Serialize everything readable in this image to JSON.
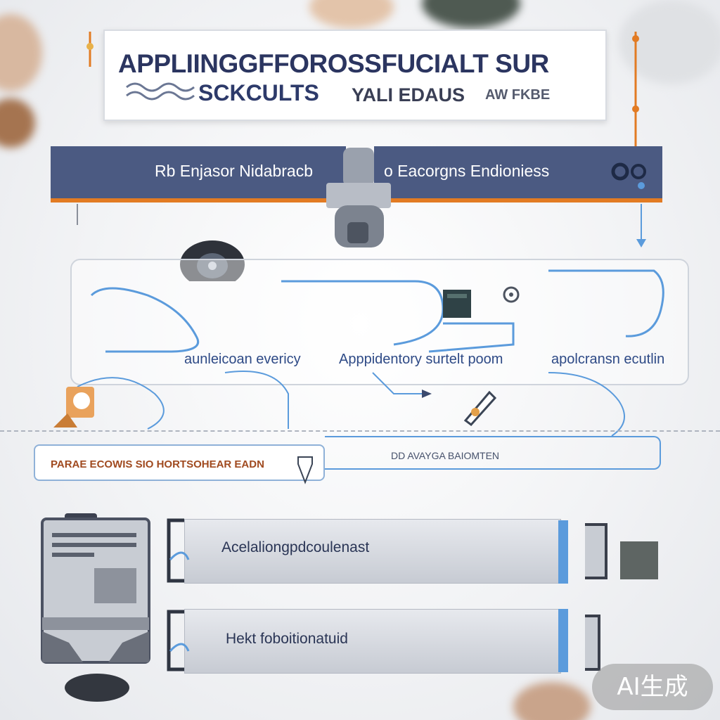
{
  "header": {
    "title": "APPLIINGGFFOROSSFUCIALT SUR",
    "subtitle": "SCKCULTS",
    "subtitle_extra": "YALI EDAUS",
    "subtitle_tail": "AW FKBE"
  },
  "top_bars": {
    "left_label": "Rb   Enjasor Nidabracb",
    "right_label": "o  Eacorgns Endioniess"
  },
  "process": {
    "labels": [
      "aunleicoan evericy",
      "Apppidentory  surtelt poom",
      "apolcransn  ecutlin"
    ]
  },
  "lower": {
    "left_label": "PARAE ECOWIS SIO HORTSOHEAR  EADN",
    "right_label": "DD AVAYGA BAIOMTEN"
  },
  "rails": [
    {
      "label": "Acelaliongpdcoulenast"
    },
    {
      "label": "Hekt foboitionatuid"
    }
  ],
  "watermark": "AI生成",
  "colors": {
    "navy": "#4b5a82",
    "orange": "#e27b23",
    "blue_line": "#5b9bdc",
    "title_text": "#2b3560"
  }
}
